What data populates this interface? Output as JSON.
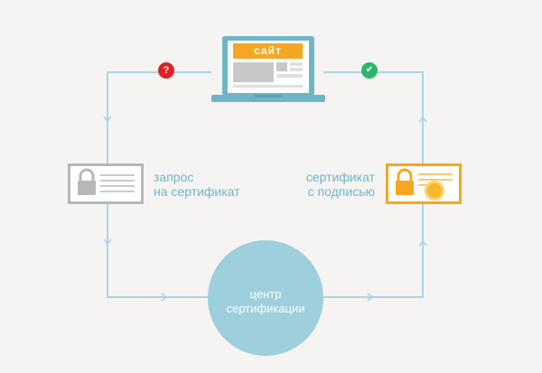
{
  "diagram": {
    "site_label": "сайт",
    "question_badge": "?",
    "check_badge": "✔",
    "request": {
      "line1": "запрос",
      "line2": "на сертификат"
    },
    "signed": {
      "line1": "сертификат",
      "line2": "с подписью"
    },
    "ca": {
      "line1": "центр",
      "line2": "сертификации"
    }
  },
  "colors": {
    "background": "#f5f4f2",
    "flow_line": "#a9d6e2",
    "label_text": "#6fb5c7",
    "laptop_frame": "#6fb5c7",
    "laptop_accent": "#f5a623",
    "request_cert": "#b5b8bb",
    "signed_cert": "#f5a623",
    "ca_circle": "#9dcfdc",
    "question_badge": "#e02121",
    "check_badge": "#2fb56b"
  },
  "icons": [
    "laptop-icon",
    "padlock-icon",
    "seal-icon",
    "question-icon",
    "check-icon"
  ]
}
